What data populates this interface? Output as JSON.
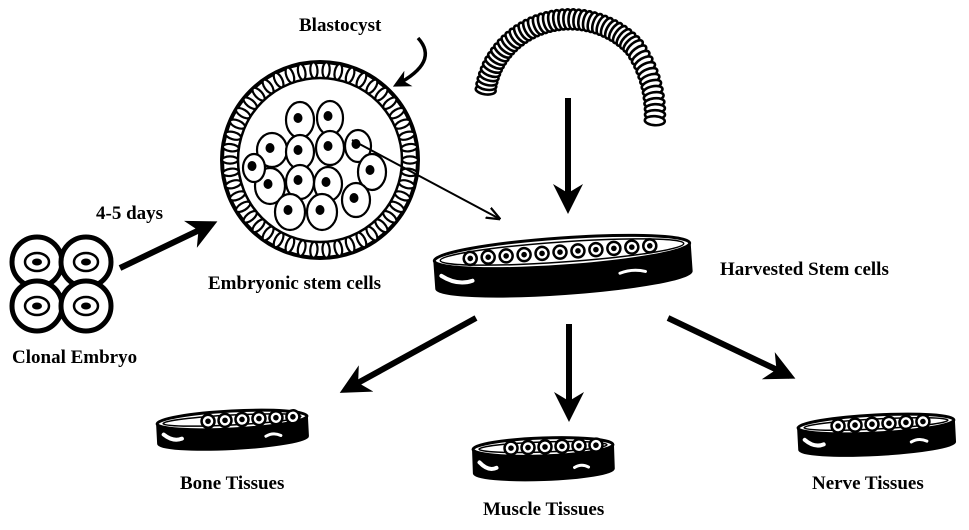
{
  "labels": {
    "blastocyst": "Blastocyst",
    "days": "4-5 days",
    "embryonic_stem_cells": "Embryonic stem cells",
    "clonal_embryo": "Clonal Embryo",
    "harvested_stem_cells": "Harvested Stem cells",
    "bone_tissues": "Bone Tissues",
    "muscle_tissues": "Muscle Tissues",
    "nerve_tissues": "Nerve Tissues"
  },
  "colors": {
    "ink": "#000000",
    "paper": "#ffffff"
  }
}
